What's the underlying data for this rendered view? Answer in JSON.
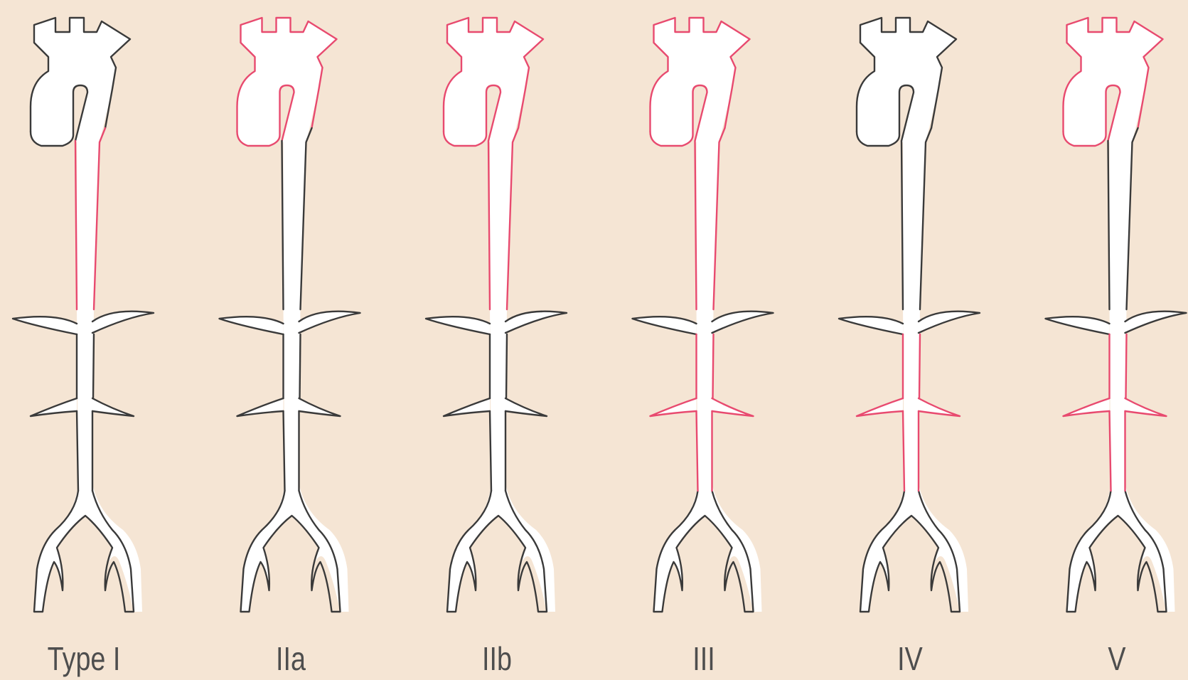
{
  "figure": {
    "background": "#f5e5d4",
    "vessel_fill": "#ffffff",
    "colors": {
      "involved": "#e84a6f",
      "normal": "#3a3a3a"
    },
    "panels": [
      {
        "label": "Type I",
        "involved_segments": [
          "descending-thoracic"
        ]
      },
      {
        "label": "IIa",
        "involved_segments": [
          "ascending-arch"
        ]
      },
      {
        "label": "IIb",
        "involved_segments": [
          "ascending-arch",
          "descending-thoracic"
        ]
      },
      {
        "label": "III",
        "involved_segments": [
          "ascending-arch",
          "descending-thoracic",
          "abdominal"
        ]
      },
      {
        "label": "IV",
        "involved_segments": [
          "abdominal"
        ]
      },
      {
        "label": "V",
        "involved_segments": [
          "ascending-arch",
          "abdominal"
        ]
      }
    ]
  }
}
